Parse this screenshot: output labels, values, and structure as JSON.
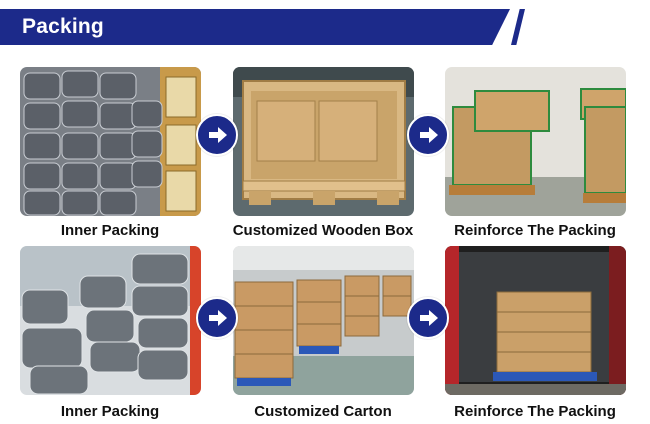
{
  "header": {
    "title": "Packing"
  },
  "row1": {
    "captions": [
      "Inner Packing",
      "Customized Wooden Box",
      "Reinforce The Packing"
    ]
  },
  "row2": {
    "captions": [
      "Inner Packing",
      "Customized Carton",
      "Reinforce The Packing"
    ]
  },
  "icons": {
    "arrow": "arrow-right-icon"
  },
  "colors": {
    "accent": "#1c2a8a",
    "caption": "#111111"
  }
}
